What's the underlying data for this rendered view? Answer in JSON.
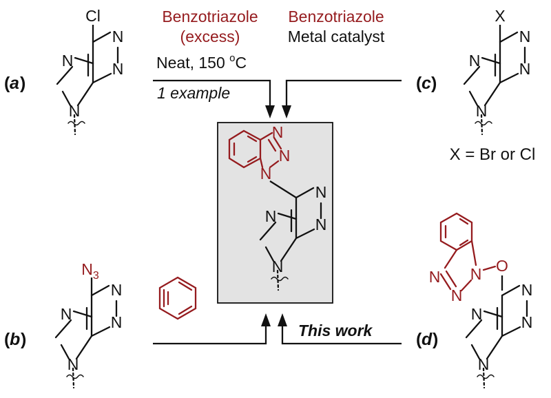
{
  "colors": {
    "accent": "#951b1e",
    "ink": "#111111",
    "panel_fill": "#e3e3e3"
  },
  "route_a": {
    "tag": "a",
    "substituent": "Cl",
    "reagent_line1": "Benzotriazole",
    "reagent_line2": "(excess)",
    "condition_text": "Neat, 150 ",
    "condition_sup": "o",
    "condition_unit": "C",
    "note": "1 example"
  },
  "route_b": {
    "tag": "b",
    "substituent_main": "N",
    "substituent_sub": "3"
  },
  "route_c": {
    "tag": "c",
    "substituent": "X",
    "reagent_line1": "Benzotriazole",
    "reagent_line2": "Metal catalyst",
    "caption": "X = Br or Cl"
  },
  "route_d": {
    "tag": "d",
    "note": "This work",
    "oxygen": "O"
  },
  "purine_atoms": {
    "n": "N"
  },
  "product": {
    "triazole_atom": "N"
  }
}
